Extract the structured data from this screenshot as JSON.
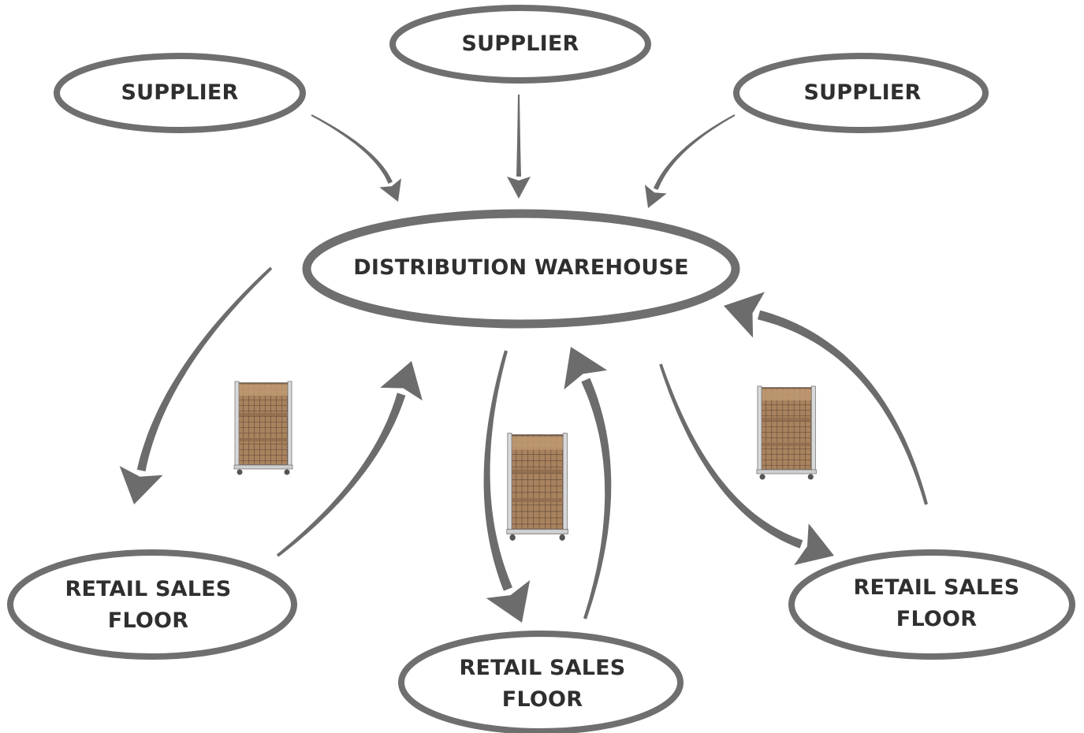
{
  "diagram": {
    "nodes": {
      "supplier_left": "SUPPLIER",
      "supplier_center": "SUPPLIER",
      "supplier_right": "SUPPLIER",
      "warehouse": "DISTRIBUTION WAREHOUSE",
      "retail_left": "RETAIL SALES\nFLOOR",
      "retail_center": "RETAIL SALES\nFLOOR",
      "retail_right": "RETAIL SALES\nFLOOR"
    },
    "colors": {
      "ring": "#6f6f6f",
      "arrow": "#6c6c6c",
      "text": "#2f2f2f"
    },
    "icons": [
      "roll-cage-cart-icon",
      "roll-cage-cart-icon",
      "roll-cage-cart-icon"
    ]
  }
}
